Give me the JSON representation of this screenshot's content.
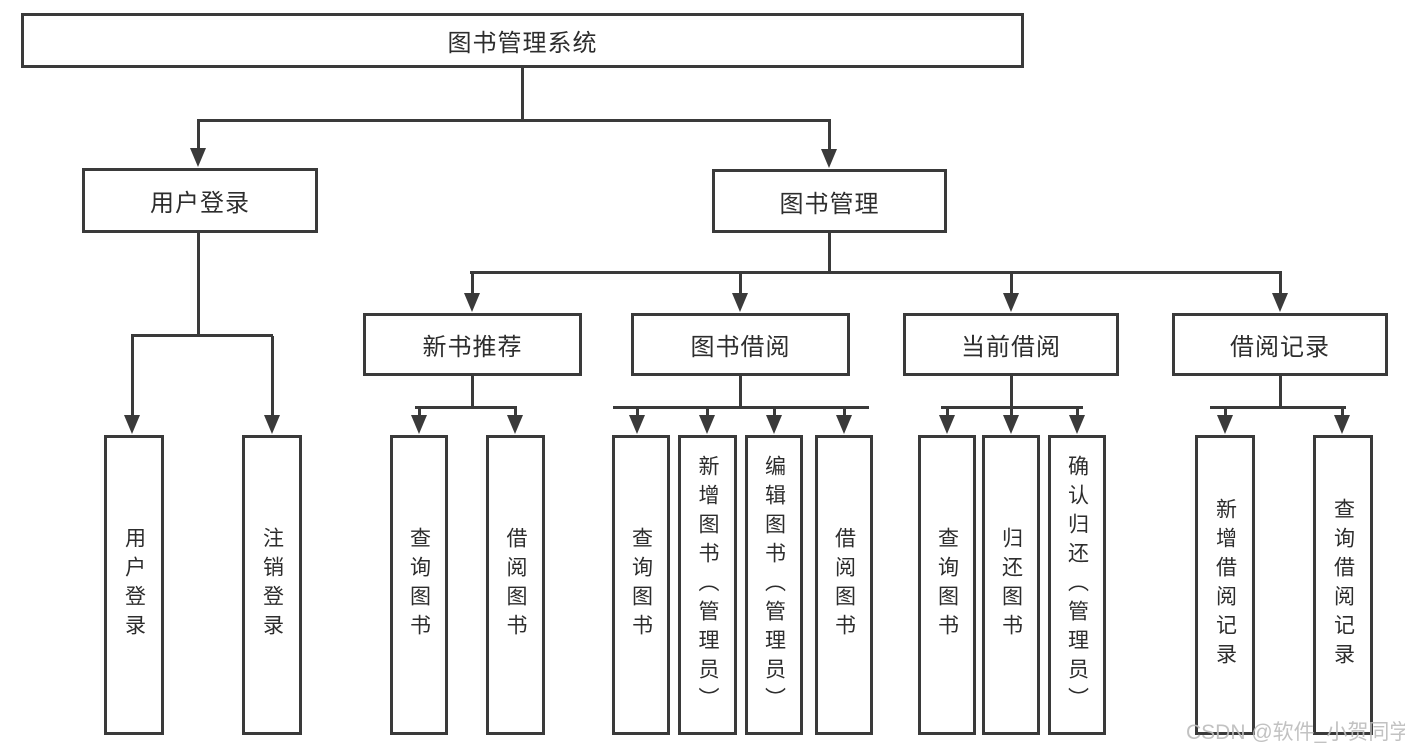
{
  "diagram": {
    "title": "图书管理系统",
    "branches": [
      {
        "label": "用户登录",
        "leaves": [
          {
            "label": "用户登录"
          },
          {
            "label": "注销登录"
          }
        ]
      },
      {
        "label": "图书管理",
        "groups": [
          {
            "label": "新书推荐",
            "leaves": [
              {
                "label": "查询图书"
              },
              {
                "label": "借阅图书"
              }
            ]
          },
          {
            "label": "图书借阅",
            "leaves": [
              {
                "label": "查询图书"
              },
              {
                "label": "新增图书（管理员）"
              },
              {
                "label": "编辑图书（管理员）"
              },
              {
                "label": "借阅图书"
              }
            ]
          },
          {
            "label": "当前借阅",
            "leaves": [
              {
                "label": "查询图书"
              },
              {
                "label": "归还图书"
              },
              {
                "label": "确认归还（管理员）"
              }
            ]
          },
          {
            "label": "借阅记录",
            "leaves": [
              {
                "label": "新增借阅记录"
              },
              {
                "label": "查询借阅记录"
              }
            ]
          }
        ]
      }
    ],
    "watermark": "CSDN @软件_小贺同学",
    "colors": {
      "line": "#3a3a3a",
      "text": "#2d2d2d",
      "background": "#ffffff",
      "watermark": "#bdbdbd"
    }
  }
}
